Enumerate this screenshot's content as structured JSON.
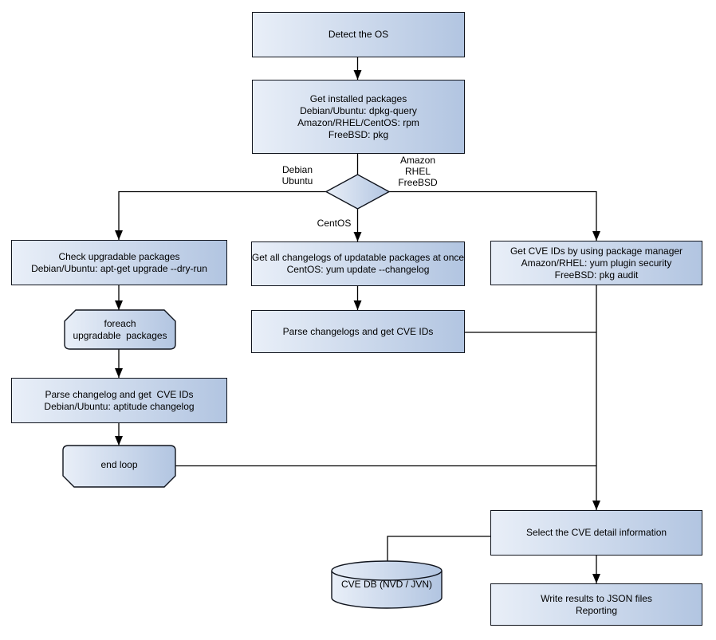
{
  "diagram": {
    "background": "#ffffff",
    "node_fill_light": "#e9eff8",
    "node_fill_dark": "#b2c5e1",
    "node_border": "#10141d",
    "line_color": "#000000"
  },
  "nodes": {
    "detect_os": "Detect the OS",
    "get_installed_packages": "Get installed packages\nDebian/Ubuntu: dpkg-query\nAmazon/RHEL/CentOS: rpm\nFreeBSD: pkg",
    "check_upgradable": "Check upgradable packages\nDebian/Ubuntu: apt-get upgrade --dry-run",
    "foreach_loop": "foreach\nupgradable  packages",
    "parse_changelog_debian": "Parse changelog and get  CVE IDs\nDebian/Ubuntu: aptitude changelog",
    "end_loop": "end loop",
    "get_all_changelogs": "Get all changelogs of updatable packages at once\nCentOS: yum update --changelog",
    "parse_changelogs_centos": "Parse changelogs and get CVE IDs",
    "get_cve_ids_pkg_manager": "Get CVE IDs by using package manager\nAmazon/RHEL: yum plugin security\nFreeBSD: pkg audit",
    "select_cve_detail": "Select the CVE detail information",
    "cve_db": "CVE DB (NVD / JVN)",
    "write_results": "Write results to JSON files\nReporting"
  },
  "edge_labels": {
    "debian_ubuntu": "Debian\nUbuntu",
    "amazon_rhel_freebsd": "Amazon\nRHEL\nFreeBSD",
    "centos": "CentOS"
  }
}
